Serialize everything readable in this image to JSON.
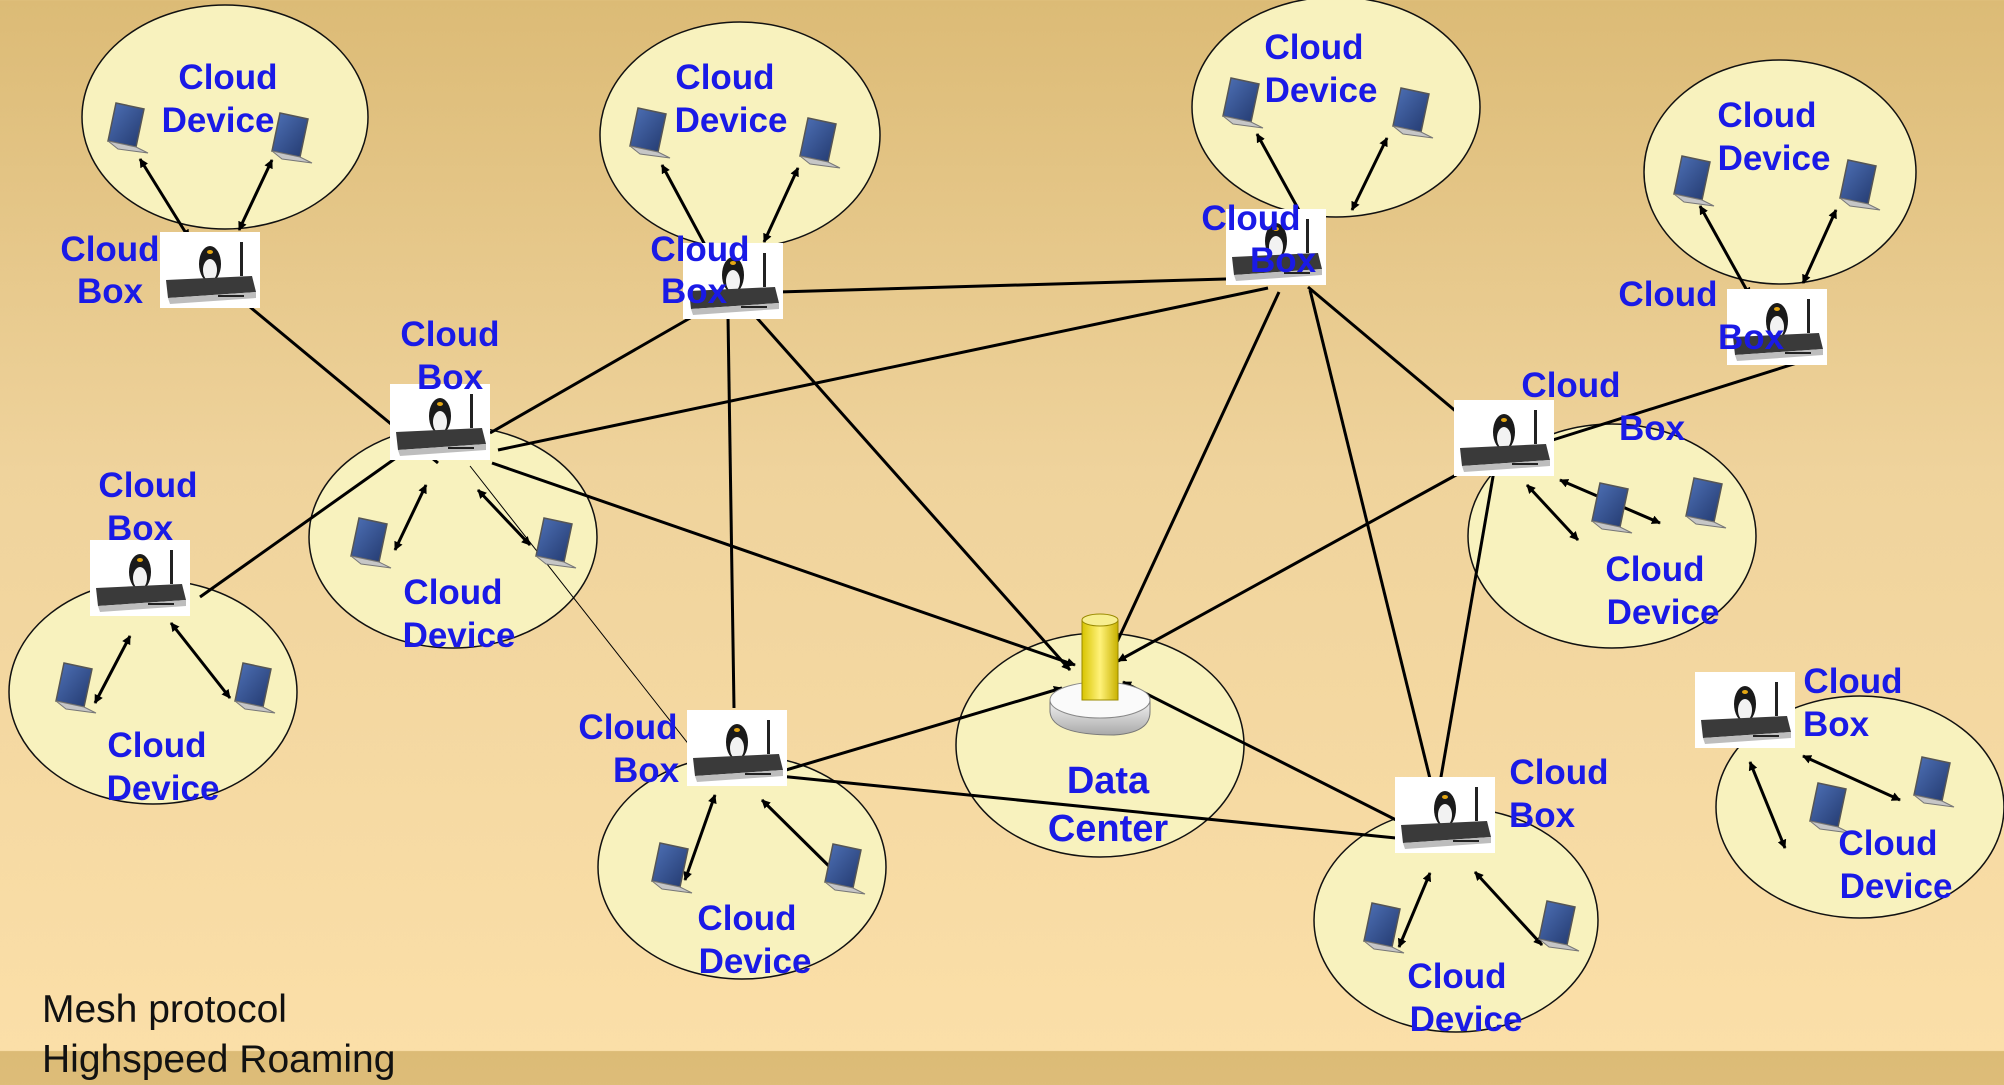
{
  "clusters": [
    {
      "box_label": [
        "Cloud",
        "Box"
      ],
      "device_label": [
        "Cloud",
        "Device"
      ]
    },
    {
      "box_label": [
        "Cloud",
        "Box"
      ],
      "device_label": [
        "Cloud",
        "Device"
      ]
    },
    {
      "box_label": [
        "Cloud",
        "Box"
      ],
      "device_label": [
        "Cloud",
        "Device"
      ]
    },
    {
      "box_label": [
        "Cloud",
        "Box"
      ],
      "device_label": [
        "Cloud",
        "Device"
      ]
    },
    {
      "box_label": [
        "Cloud",
        "Box"
      ],
      "device_label": [
        "Cloud",
        "Device"
      ]
    },
    {
      "box_label": [
        "Cloud",
        "Box"
      ],
      "device_label": [
        "Cloud",
        "Device"
      ]
    },
    {
      "box_label": [
        "Cloud",
        "Box"
      ],
      "device_label": [
        "Cloud",
        "Device"
      ]
    },
    {
      "box_label": [
        "Cloud",
        "Box"
      ],
      "device_label": [
        "Cloud",
        "Device"
      ]
    },
    {
      "box_label": [
        "Cloud",
        "Box"
      ],
      "device_label": [
        "Cloud",
        "Device"
      ]
    },
    {
      "box_label": [
        "Cloud",
        "Box"
      ],
      "device_label": [
        "Cloud",
        "Device"
      ]
    }
  ],
  "data_center": {
    "label": [
      "Data",
      "Center"
    ]
  },
  "footer": [
    "Mesh protocol",
    "Highspeed Roaming"
  ],
  "colors": {
    "ellipse_fill": "#f8f2be",
    "label": "#1a1ae6",
    "background": "#efd39c"
  }
}
